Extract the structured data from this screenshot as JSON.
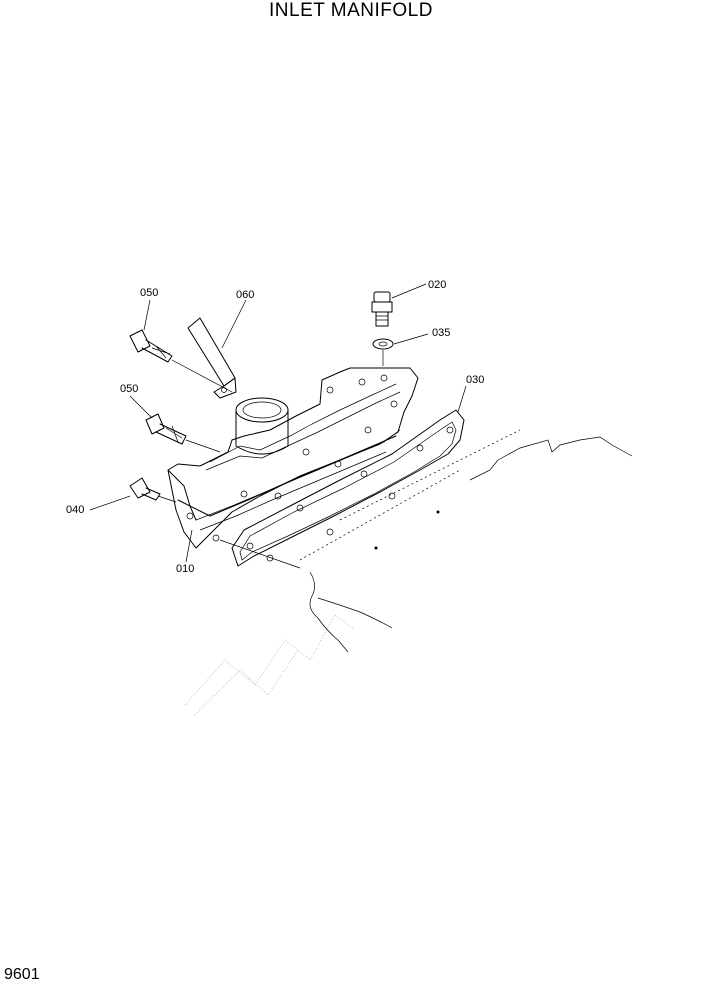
{
  "title": "INLET MANIFOLD",
  "page_code": "9601",
  "callouts": [
    {
      "id": "c050a",
      "label": "050"
    },
    {
      "id": "c060",
      "label": "060"
    },
    {
      "id": "c020",
      "label": "020"
    },
    {
      "id": "c035",
      "label": "035"
    },
    {
      "id": "c030",
      "label": "030"
    },
    {
      "id": "c050b",
      "label": "050"
    },
    {
      "id": "c040",
      "label": "040"
    },
    {
      "id": "c010",
      "label": "010"
    }
  ]
}
